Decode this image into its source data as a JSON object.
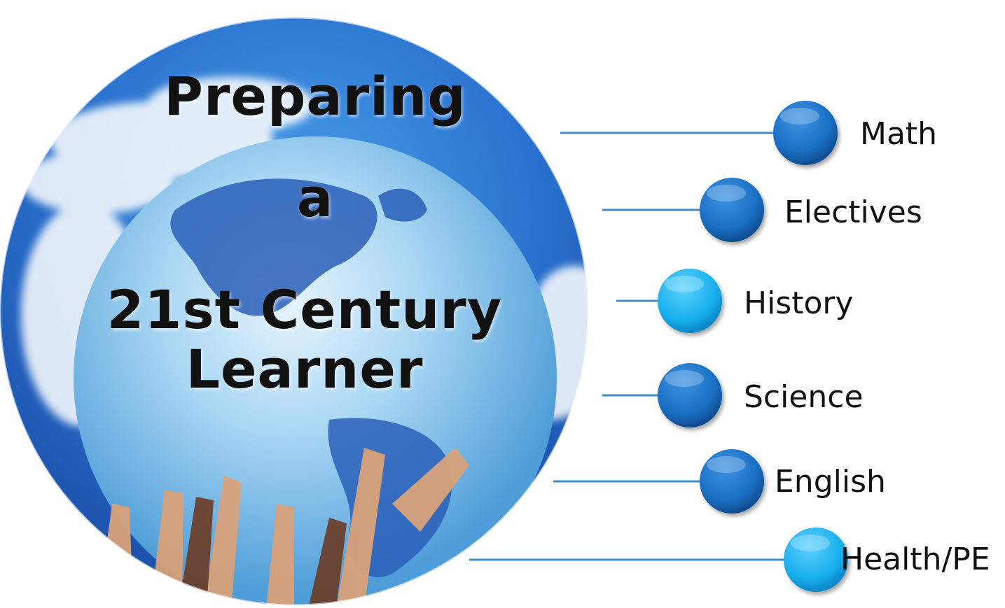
{
  "title_lines": [
    "Preparing",
    "a",
    "21st Century",
    "Learner"
  ],
  "colors": {
    "dark_node": "#1a6fc4",
    "light_node": "#18b0ee",
    "connector": "#3e8fc9",
    "text": "#111111"
  },
  "nodes": [
    {
      "label": "Math",
      "tone": "dark"
    },
    {
      "label": "Electives",
      "tone": "dark"
    },
    {
      "label": "History",
      "tone": "light"
    },
    {
      "label": "Science",
      "tone": "dark"
    },
    {
      "label": "English",
      "tone": "dark"
    },
    {
      "label": "Health/PE",
      "tone": "light"
    }
  ]
}
